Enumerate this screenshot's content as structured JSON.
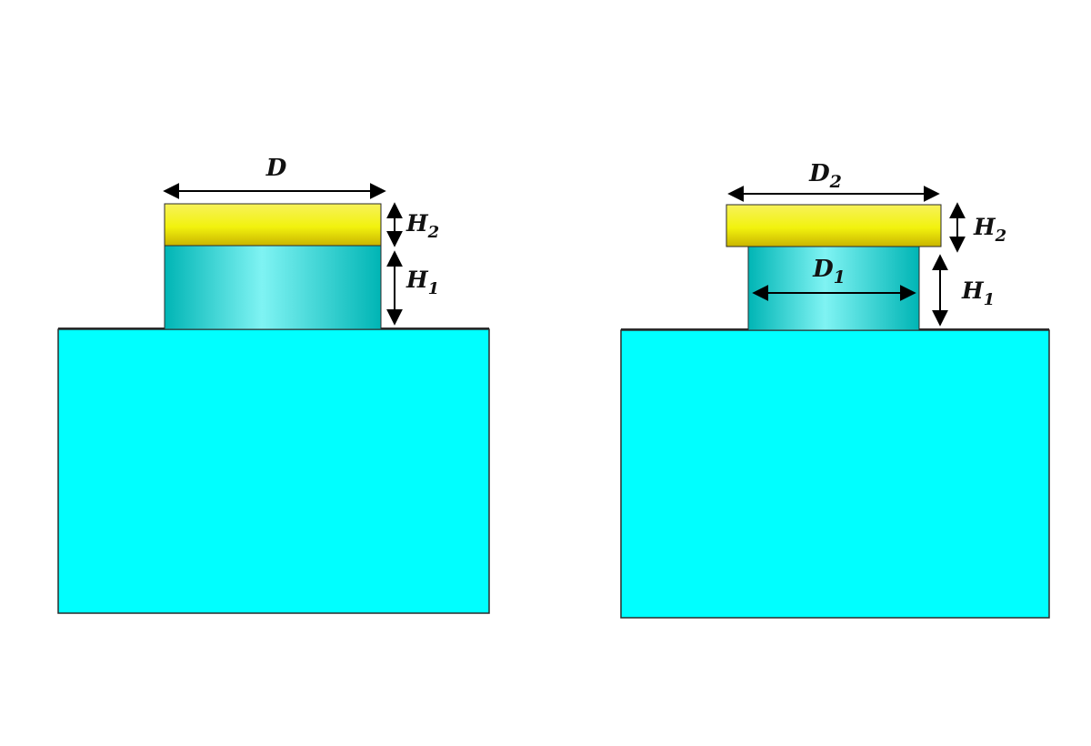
{
  "left_structure": {
    "labels": {
      "diameter": {
        "main": "D",
        "sub": ""
      },
      "cap_height": {
        "main": "H",
        "sub": "2"
      },
      "pillar_height": {
        "main": "H",
        "sub": "1"
      }
    }
  },
  "right_structure": {
    "labels": {
      "cap_diameter": {
        "main": "D",
        "sub": "2"
      },
      "pillar_diameter": {
        "main": "D",
        "sub": "1"
      },
      "cap_height": {
        "main": "H",
        "sub": "2"
      },
      "pillar_height": {
        "main": "H",
        "sub": "1"
      }
    }
  },
  "colors": {
    "substrate": "#00ffff",
    "pillar_edge": "#00b5b5",
    "pillar_mid": "#7ff3f3",
    "cap_top": "#f7f25a",
    "cap_mid": "#f2f20e",
    "cap_bottom": "#c9b400",
    "outline": "#2b2b2b",
    "arrow": "#000000"
  }
}
